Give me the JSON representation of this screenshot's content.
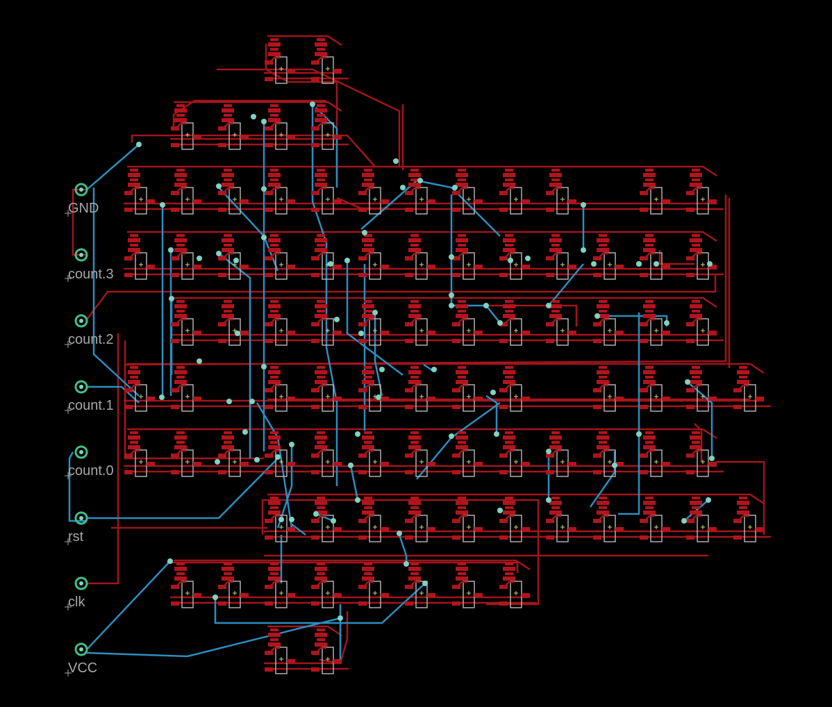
{
  "connectors": [
    {
      "id": "gnd",
      "label": "GND"
    },
    {
      "id": "count3",
      "label": "count.3"
    },
    {
      "id": "count2",
      "label": "count.2"
    },
    {
      "id": "count1",
      "label": "count.1"
    },
    {
      "id": "count0",
      "label": "count.0"
    },
    {
      "id": "rst",
      "label": "rst"
    },
    {
      "id": "clk",
      "label": "clk"
    },
    {
      "id": "vcc",
      "label": "VCC"
    }
  ],
  "colors": {
    "background": "#000000",
    "top_copper": "#a3151c",
    "bottom_copper": "#2c8fc0",
    "via": "#7fd3c0",
    "silkscreen": "#b0b0b0"
  }
}
